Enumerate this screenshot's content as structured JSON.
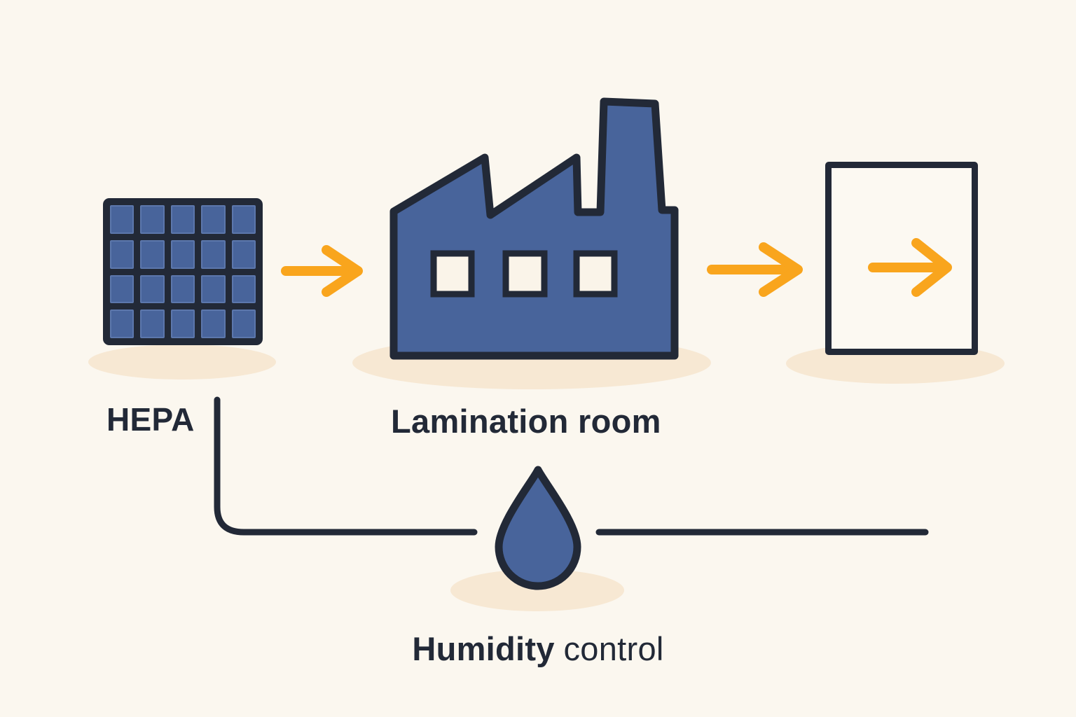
{
  "diagram": {
    "hepa_label": "HEPA",
    "lamination_label": "Lamination room",
    "humidity_label_bold": "Humidity",
    "humidity_label_regular": "control"
  },
  "icons": {
    "hepa_filter": "hepa-filter-grid-icon",
    "flow_arrow": "arrow-right-icon",
    "factory": "factory-icon",
    "output_document": "document-icon",
    "humidity": "water-drop-icon"
  },
  "colors": {
    "bg": "#FBF7EF",
    "ink": "#222937",
    "blue": "#48649B",
    "blue-edge": "#5C77AC",
    "orange": "#F9A51D",
    "shadow": "#F7E8D3",
    "cream": "#FAF4E9",
    "panel": "#FCF9F2"
  }
}
